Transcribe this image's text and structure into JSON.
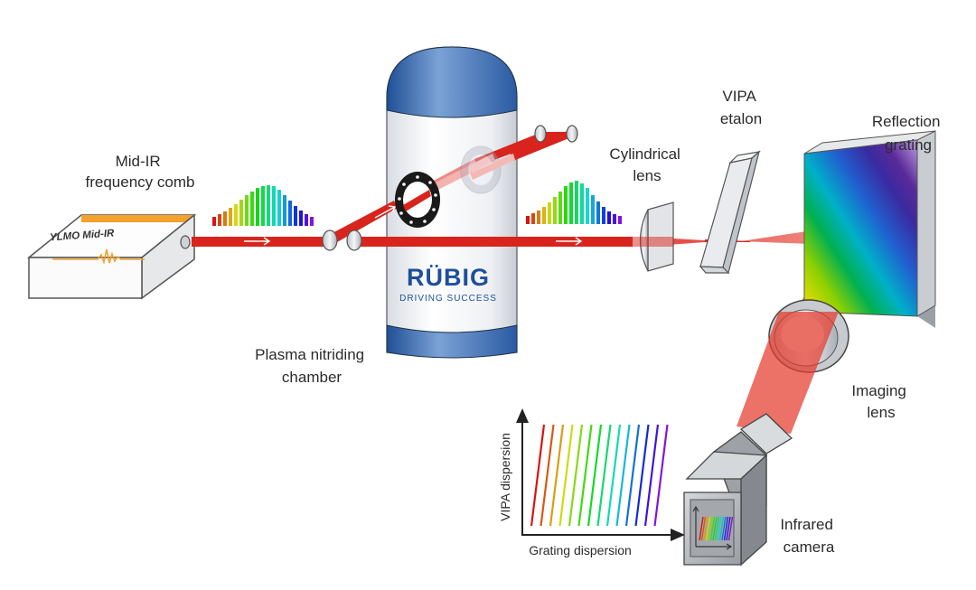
{
  "labels": {
    "comb": [
      "Mid-IR",
      "frequency comb"
    ],
    "device": "YLMO Mid-IR",
    "chamber": [
      "Plasma nitriding",
      "chamber"
    ],
    "brand": "RÜBIG",
    "brand_tagline": "DRIVING SUCCESS",
    "cyl_lens": [
      "Cylindrical",
      "lens"
    ],
    "vipa": [
      "VIPA",
      "etalon"
    ],
    "grating": [
      "Reflection",
      "grating"
    ],
    "imaging": [
      "Imaging",
      "lens"
    ],
    "camera": [
      "Infrared",
      "camera"
    ],
    "inset_y": "VIPA dispersion",
    "inset_x": "Grating dispersion"
  },
  "colors": {
    "beam": "#d8241c",
    "chamber_cap": "#3a6bb0",
    "brand": "#1e4f9c",
    "comb_orange": "#f3a22b"
  },
  "spectra": {
    "left_heights": [
      10,
      13,
      16,
      20,
      24,
      29,
      34,
      38,
      42,
      44,
      45,
      44,
      40,
      34,
      28,
      22,
      17,
      13,
      10
    ],
    "right_heights": [
      9,
      12,
      15,
      19,
      24,
      30,
      36,
      42,
      46,
      48,
      45,
      40,
      32,
      25,
      19,
      14,
      11,
      9
    ]
  },
  "stripe_count": 14
}
